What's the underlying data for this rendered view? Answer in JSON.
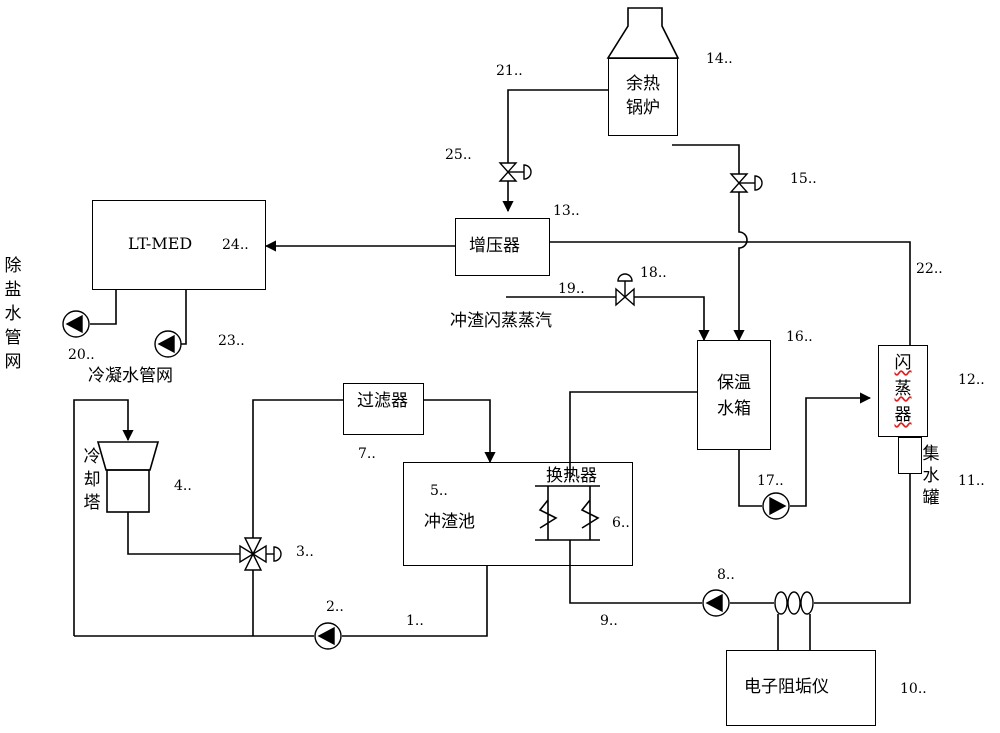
{
  "components": {
    "boiler": "余热\n锅炉",
    "booster": "增压器",
    "lt_med": "LT-MED",
    "tank": "保温\n水箱",
    "flash": "闪\n蒸\n器",
    "collector": "集\n水\n罐",
    "filter": "过滤器",
    "pool": "冲渣池",
    "exchanger": "换热器",
    "cooling_tower": "冷\n却\n塔",
    "descaler": "电子阻垢仪"
  },
  "labels": {
    "steam": "冲渣闪蒸蒸汽",
    "condensate_net": "冷凝水管网",
    "desal_net": "除\n盐\n水\n管\n网"
  },
  "numbers": {
    "n1": "1",
    "n2": "2",
    "n3": "3",
    "n4": "4",
    "n5": "5",
    "n6": "6",
    "n7": "7",
    "n8": "8",
    "n9": "9",
    "n10": "10",
    "n11": "11",
    "n12": "12",
    "n13": "13",
    "n14": "14",
    "n15": "15",
    "n16": "16",
    "n17": "17",
    "n18": "18",
    "n19": "19",
    "n20": "20",
    "n21": "21",
    "n22": "22",
    "n23": "23",
    "n24": "24",
    "n25": "25"
  },
  "suffix": ".."
}
